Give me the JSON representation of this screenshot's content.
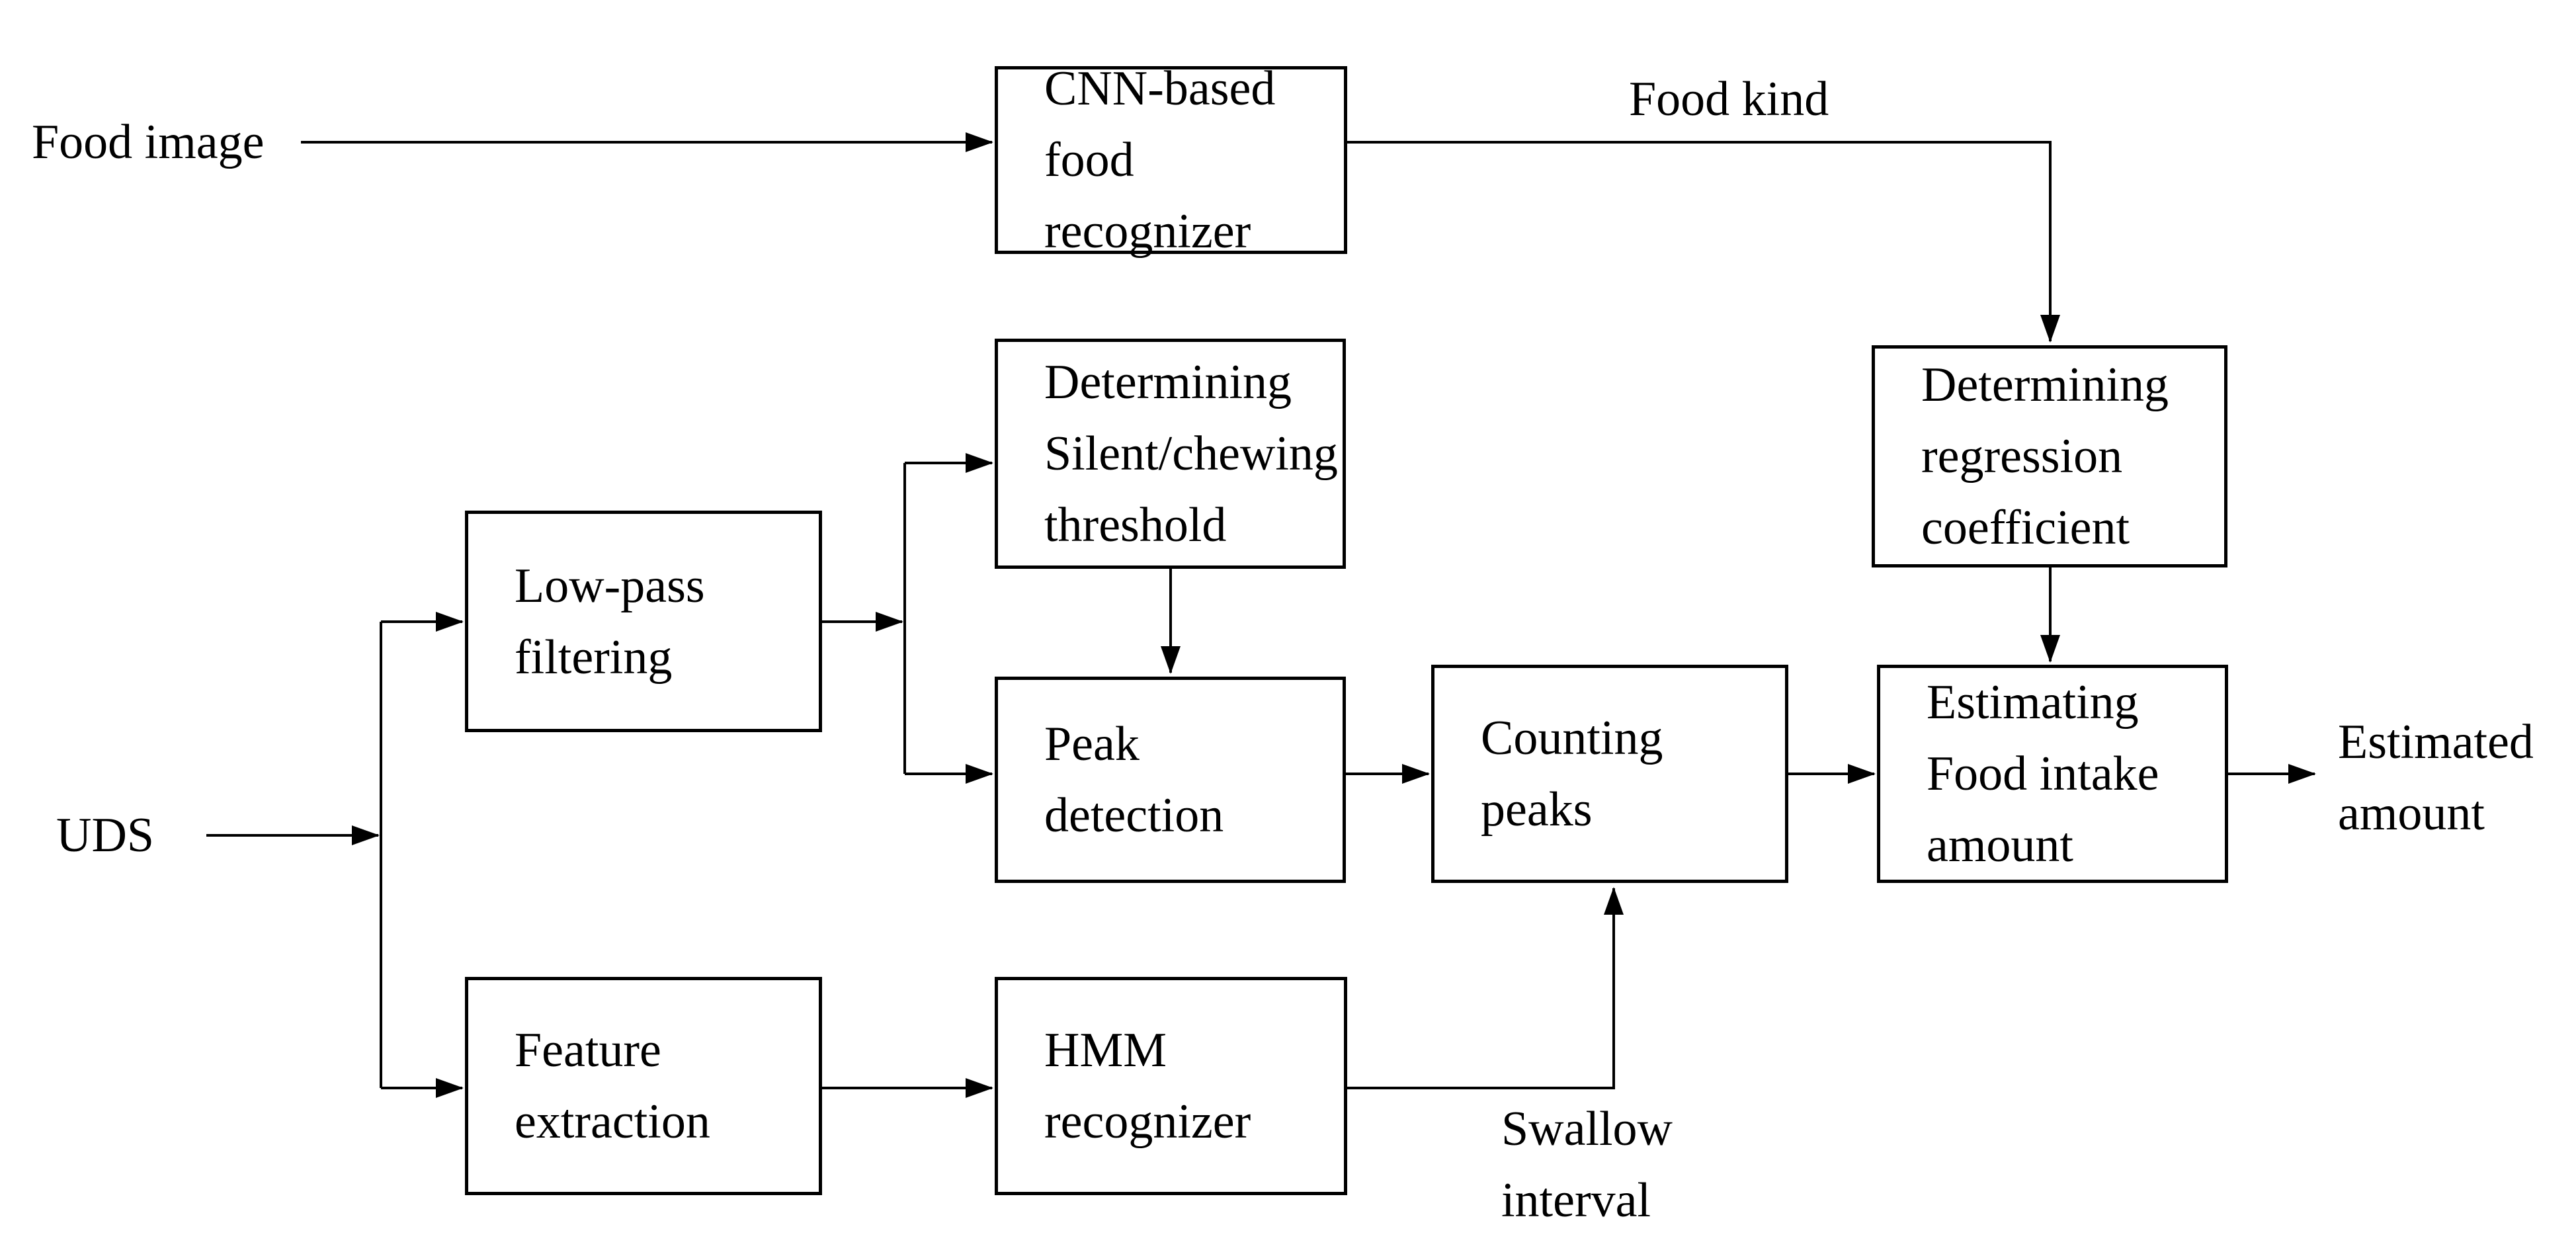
{
  "diagram": {
    "background": "#ffffff",
    "line_color": "#000000",
    "text_color": "#000000"
  },
  "nodes": {
    "cnn_recognizer": {
      "label": "CNN-based\nfood recognizer"
    },
    "silent_chewing_threshold": {
      "label": "Determining\nSilent/chewing\nthreshold"
    },
    "low_pass_filtering": {
      "label": "Low-pass\nfiltering"
    },
    "peak_detection": {
      "label": "Peak\ndetection"
    },
    "counting_peaks": {
      "label": "Counting\npeaks"
    },
    "regression_coefficient": {
      "label": "Determining\nregression\ncoefficient"
    },
    "estimating_intake": {
      "label": "Estimating\nFood intake\namount"
    },
    "feature_extraction": {
      "label": "Feature\nextraction"
    },
    "hmm_recognizer": {
      "label": "HMM\nrecognizer"
    }
  },
  "io_labels": {
    "food_image": "Food image",
    "uds": "UDS",
    "estimated_amount": "Estimated\namount"
  },
  "edge_labels": {
    "food_kind": "Food kind",
    "swallow_interval": "Swallow\ninterval"
  }
}
